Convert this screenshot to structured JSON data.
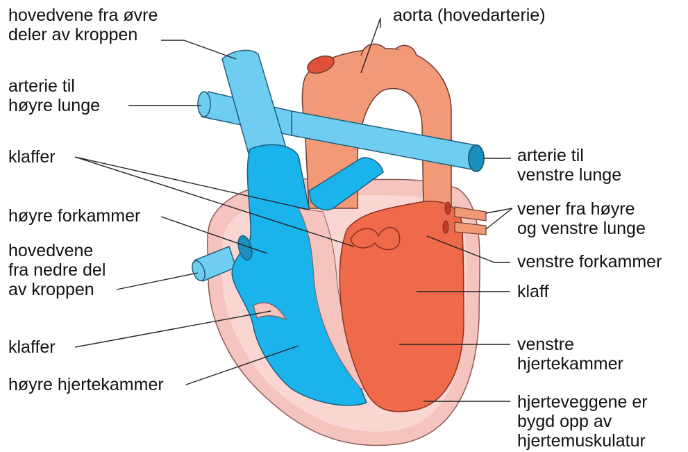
{
  "labels": {
    "upper_vena_cava": "hovedvene fra øvre\ndeler av kroppen",
    "right_pulmonary_artery": "arterie til\nhøyre lunge",
    "valves_top": "klaffer",
    "right_atrium": "høyre forkammer",
    "lower_vena_cava": "hovedvene\nfra nedre del\nav kroppen",
    "valves_bottom": "klaffer",
    "right_ventricle": "høyre hjertekammer",
    "aorta": "aorta (hovedarterie)",
    "left_pulmonary_artery": "arterie til\nvenstre lunge",
    "pulmonary_veins": "vener fra høyre\nog venstre lunge",
    "left_atrium": "venstre forkammer",
    "valve_single": "klaff",
    "left_ventricle": "venstre\nhjertekammer",
    "heart_wall": "hjerteveggene er\nbygd opp av\nhjertemuskulatur"
  },
  "colors": {
    "deoxygenated_blood": "#1ab3ec",
    "vessel_blue": "#6fcdf2",
    "oxygenated_blood": "#ef6a4a",
    "aorta_salmon": "#f29a78",
    "heart_wall": "#f6c4bf",
    "heart_wall_inner": "#f9d6d2",
    "outline": "#555555",
    "leader_line": "#222222"
  }
}
